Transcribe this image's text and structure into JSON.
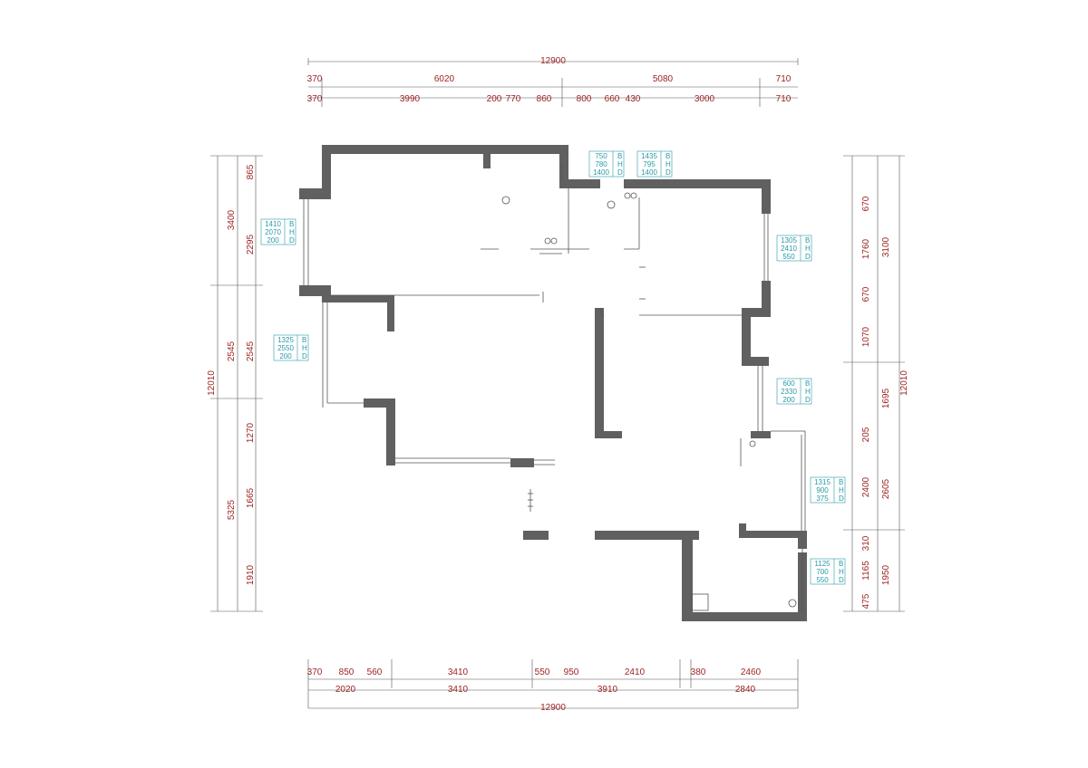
{
  "dimensions": {
    "top_total": "12900",
    "top_row1": [
      "370",
      "6020",
      "5080",
      "710"
    ],
    "top_row2": [
      "370",
      "3990",
      "200",
      "770",
      "860",
      "800",
      "660",
      "430",
      "3000",
      "710"
    ],
    "bottom_row1": [
      "370",
      "850",
      "560",
      "3410",
      "550",
      "950",
      "2410",
      "380",
      "2460"
    ],
    "bottom_row2": [
      "2020",
      "3410",
      "3910",
      "2840"
    ],
    "bottom_total": "12900",
    "left_outer": [
      "3400",
      "12010",
      "5325"
    ],
    "left_inner": [
      "865",
      "2295",
      "2545",
      "2545",
      "1270",
      "1665",
      "1910"
    ],
    "right_inner": [
      "670",
      "1760",
      "670",
      "1070",
      "1695",
      "205",
      "2400",
      "310",
      "1165",
      "475"
    ],
    "right_mid": [
      "3100",
      "2605",
      "1950"
    ],
    "right_outer": [
      "12010"
    ]
  },
  "window_tags": [
    {
      "w": "1410",
      "h": "2070",
      "s": "200"
    },
    {
      "w": "750",
      "h": "780",
      "s": "1400"
    },
    {
      "w": "1435",
      "h": "795",
      "s": "1400"
    },
    {
      "w": "1305",
      "h": "2410",
      "s": "550"
    },
    {
      "w": "1325",
      "h": "2550",
      "s": "200"
    },
    {
      "w": "600",
      "h": "2330",
      "s": "200"
    },
    {
      "w": "1315",
      "h": "900",
      "s": "375"
    },
    {
      "w": "1125",
      "h": "700",
      "s": "550"
    }
  ],
  "tag_letters": [
    "B",
    "H",
    "D"
  ],
  "colors": {
    "wall": "#606060",
    "dimension_text": "#9b1f1f",
    "tag_text": "#2a9aa8"
  }
}
